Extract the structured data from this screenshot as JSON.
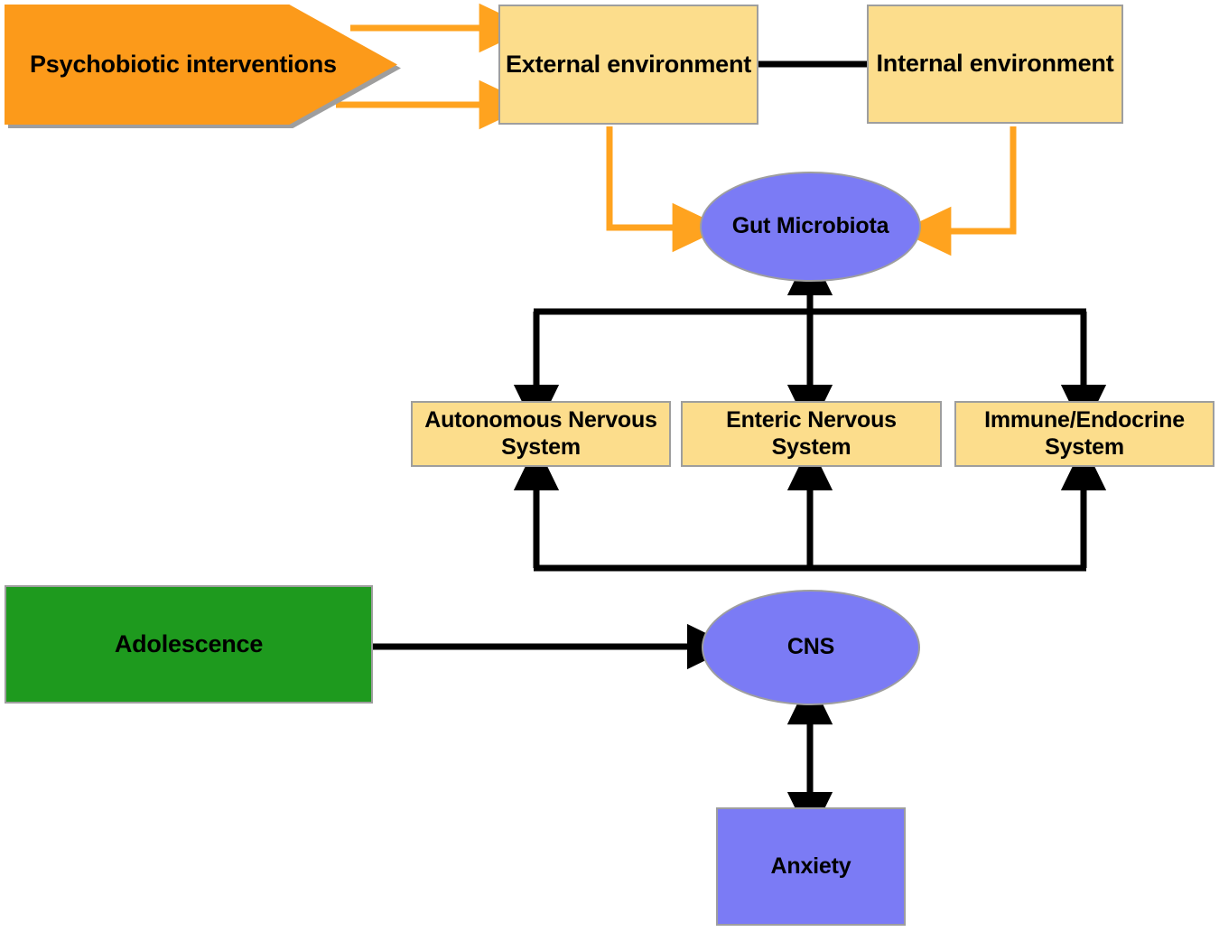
{
  "diagram": {
    "title": "Gut-brain axis and psychobiotic intervention schematic",
    "palette": {
      "orange_fill": "#fc9a1a",
      "orange_arrow": "#ffa31f",
      "yellow_fill": "#fcdd8c",
      "green_fill": "#1e9a1e",
      "purple_fill": "#7b7bf5",
      "border_gray": "#9e9e9e",
      "arrow_black": "#000000",
      "background": "#ffffff"
    },
    "nodes": {
      "psychobiotic": {
        "label": "Psychobiotic interventions",
        "shape": "chevron-arrow",
        "color": "#fc9a1a"
      },
      "external_environment": {
        "label": "External environment",
        "shape": "rect",
        "color": "#fcdd8c"
      },
      "internal_environment": {
        "label": "Internal environment",
        "shape": "rect",
        "color": "#fcdd8c"
      },
      "gut_microbiota": {
        "label": "Gut Microbiota",
        "shape": "ellipse",
        "color": "#7b7bf5"
      },
      "autonomous_nervous_system": {
        "label": "Autonomous Nervous System",
        "shape": "rect",
        "color": "#fcdd8c"
      },
      "enteric_nervous_system": {
        "label": "Enteric Nervous System",
        "shape": "rect",
        "color": "#fcdd8c"
      },
      "immune_endocrine_system": {
        "label": "Immune/Endocrine System",
        "shape": "rect",
        "color": "#fcdd8c"
      },
      "adolescence": {
        "label": "Adolescence",
        "shape": "rect",
        "color": "#1e9a1e"
      },
      "cns": {
        "label": "CNS",
        "shape": "ellipse",
        "color": "#7b7bf5"
      },
      "anxiety": {
        "label": "Anxiety",
        "shape": "rect",
        "color": "#7b7bf5"
      }
    },
    "edges": [
      {
        "from": "psychobiotic",
        "to": "external_environment",
        "style": "orange-arrow",
        "direction": "one-way"
      },
      {
        "from": "psychobiotic",
        "to": "external_environment",
        "style": "orange-arrow",
        "direction": "one-way"
      },
      {
        "from": "external_environment",
        "to": "internal_environment",
        "style": "black-line",
        "direction": "none"
      },
      {
        "from": "external_environment",
        "to": "gut_microbiota",
        "style": "orange-arrow",
        "direction": "one-way"
      },
      {
        "from": "internal_environment",
        "to": "gut_microbiota",
        "style": "orange-arrow",
        "direction": "one-way"
      },
      {
        "from": "gut_microbiota",
        "to": "autonomous_nervous_system",
        "style": "black-arrow",
        "direction": "one-way"
      },
      {
        "from": "gut_microbiota",
        "to": "enteric_nervous_system",
        "style": "black-arrow",
        "direction": "two-way"
      },
      {
        "from": "gut_microbiota",
        "to": "immune_endocrine_system",
        "style": "black-arrow",
        "direction": "one-way"
      },
      {
        "from": "cns",
        "to": "autonomous_nervous_system",
        "style": "black-arrow",
        "direction": "one-way"
      },
      {
        "from": "cns",
        "to": "enteric_nervous_system",
        "style": "black-arrow",
        "direction": "one-way"
      },
      {
        "from": "cns",
        "to": "immune_endocrine_system",
        "style": "black-arrow",
        "direction": "one-way"
      },
      {
        "from": "adolescence",
        "to": "cns",
        "style": "black-arrow",
        "direction": "one-way"
      },
      {
        "from": "cns",
        "to": "anxiety",
        "style": "black-arrow",
        "direction": "two-way"
      }
    ]
  }
}
